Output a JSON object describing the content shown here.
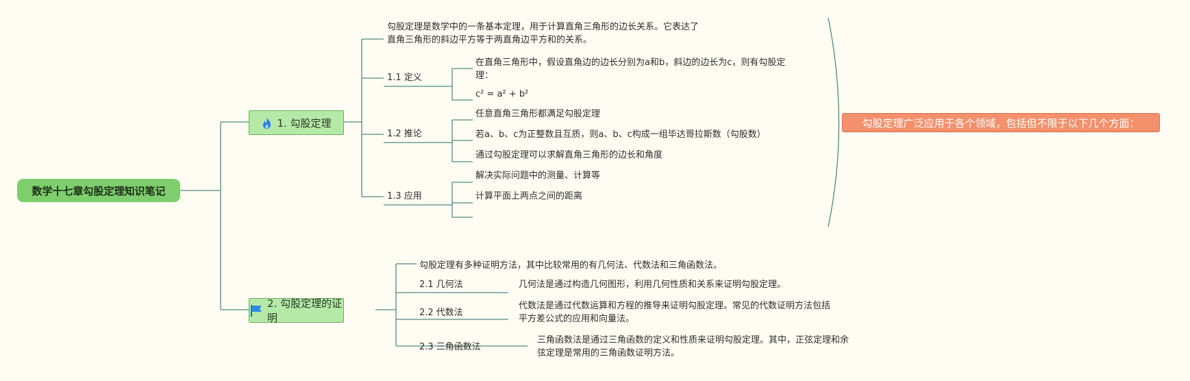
{
  "root": {
    "title": "数学十七章勾股定理知识笔记"
  },
  "branch1": {
    "label": "1. 勾股定理",
    "icon": "fire-icon",
    "intro": [
      "勾股定理是数学中的一条基本定理，用于计算直角三角形的边长关系。它表达了",
      "直角三角形的斜边平方等于两直角边平方和的关系。"
    ],
    "definition": {
      "label": "1.1 定义",
      "items": [
        "在直角三角形中，假设直角边的边长分别为a和b，斜边的边长为c，则有勾股定",
        "理：",
        "c² = a² + b²"
      ]
    },
    "corollary": {
      "label": "1.2 推论",
      "items": [
        "任意直角三角形都满足勾股定理",
        "若a、b、c为正整数且互质，则a、b、c构成一组毕达哥拉斯数（勾股数）",
        "通过勾股定理可以求解直角三角形的边长和角度"
      ]
    },
    "application": {
      "label": "1.3 应用",
      "items": [
        "解决实际问题中的测量、计算等",
        "计算平面上两点之间的距离"
      ]
    },
    "summary": "勾股定理广泛应用于各个领域，包括但不限于以下几个方面："
  },
  "branch2": {
    "label": "2. 勾股定理的证明",
    "icon": "flag-icon",
    "intro": "勾股定理有多种证明方法，其中比较常用的有几何法、代数法和三角函数法。",
    "geometric": {
      "label": "2.1 几何法",
      "text": "几何法是通过构造几何图形，利用几何性质和关系来证明勾股定理。"
    },
    "algebraic": {
      "label": "2.2 代数法",
      "text": [
        "代数法是通过代数运算和方程的推导来证明勾股定理。常见的代数证明方法包括",
        "平方差公式的应用和向量法。"
      ]
    },
    "trigonometric": {
      "label": "2.3 三角函数法",
      "text": [
        "三角函数法是通过三角函数的定义和性质来证明勾股定理。其中，正弦定理和余",
        "弦定理是常用的三角函数证明方法。"
      ]
    }
  },
  "colors": {
    "root": "#7ece6e",
    "main": "#b5e9a8",
    "summary": "#f4906b",
    "line": "#4f8a82"
  }
}
